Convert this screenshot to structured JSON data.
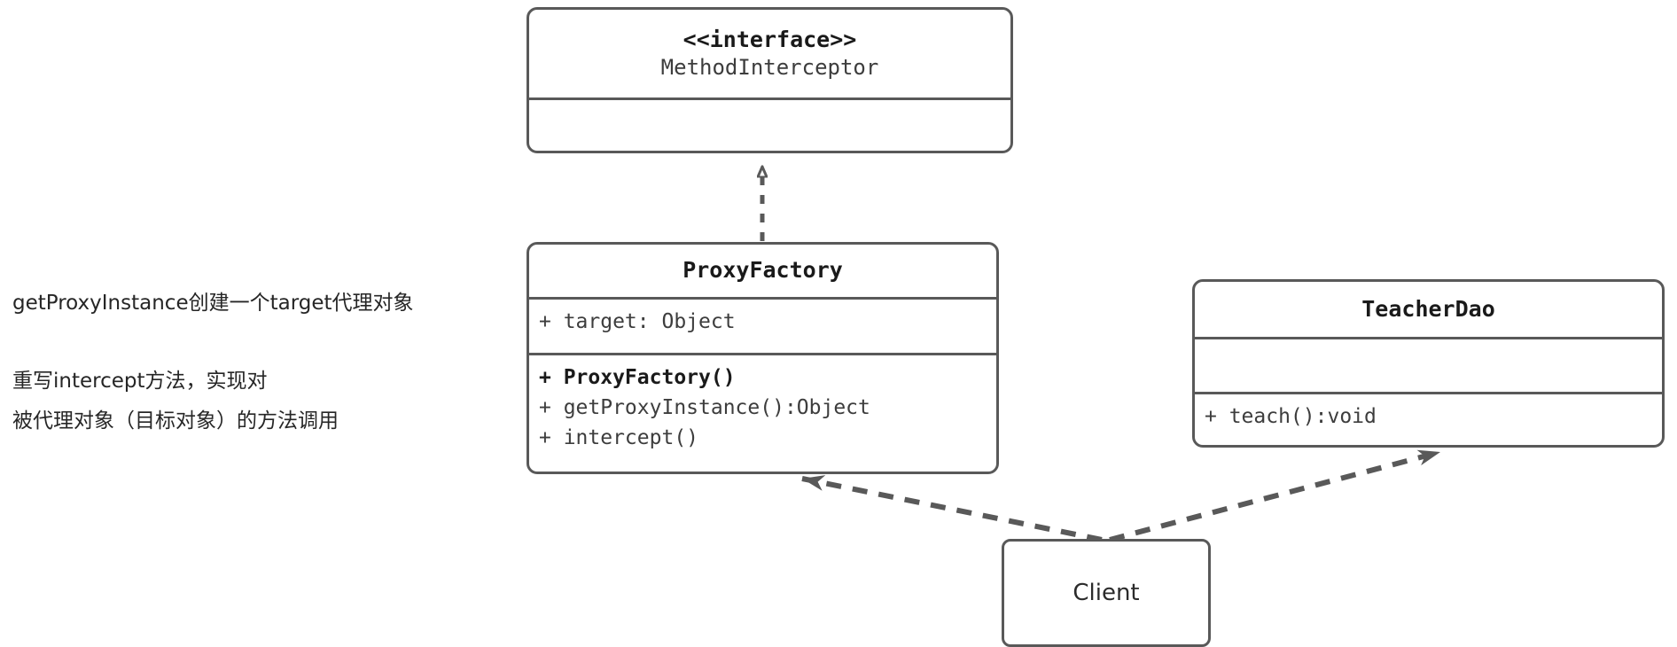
{
  "diagram": {
    "title": "CGLIB Dynamic Proxy UML Class Diagram",
    "stroke_color": "#595959",
    "text_color": "#262626",
    "background": "#ffffff"
  },
  "classes": {
    "method_interceptor": {
      "stereotype": "<<interface>>",
      "name": "MethodInterceptor",
      "attributes": [],
      "methods": []
    },
    "proxy_factory": {
      "name": "ProxyFactory",
      "attributes": [
        "+ target: Object"
      ],
      "methods": [
        "+ ProxyFactory()",
        "+ getProxyInstance():Object",
        "+ intercept()"
      ]
    },
    "teacher_dao": {
      "name": "TeacherDao",
      "attributes": [],
      "methods": [
        "+ teach():void"
      ]
    },
    "client": {
      "name": "Client"
    }
  },
  "annotations": {
    "note_one": "getProxyInstance创建一个target代理对象",
    "note_two_line_one": "重写intercept方法，实现对",
    "note_two_line_two": "被代理对象（目标对象）的方法调用"
  },
  "relationships": [
    {
      "id": "realization",
      "from": "ProxyFactory",
      "to": "MethodInterceptor",
      "type": "realization",
      "line": "dashed",
      "arrowhead": "hollow-triangle"
    },
    {
      "id": "client-to-proxyfactory",
      "from": "Client",
      "to": "ProxyFactory",
      "type": "dependency",
      "line": "dashed",
      "arrowhead": "solid-open"
    },
    {
      "id": "client-to-teacherdao",
      "from": "Client",
      "to": "TeacherDao",
      "type": "dependency",
      "line": "dashed",
      "arrowhead": "solid-open"
    }
  ]
}
